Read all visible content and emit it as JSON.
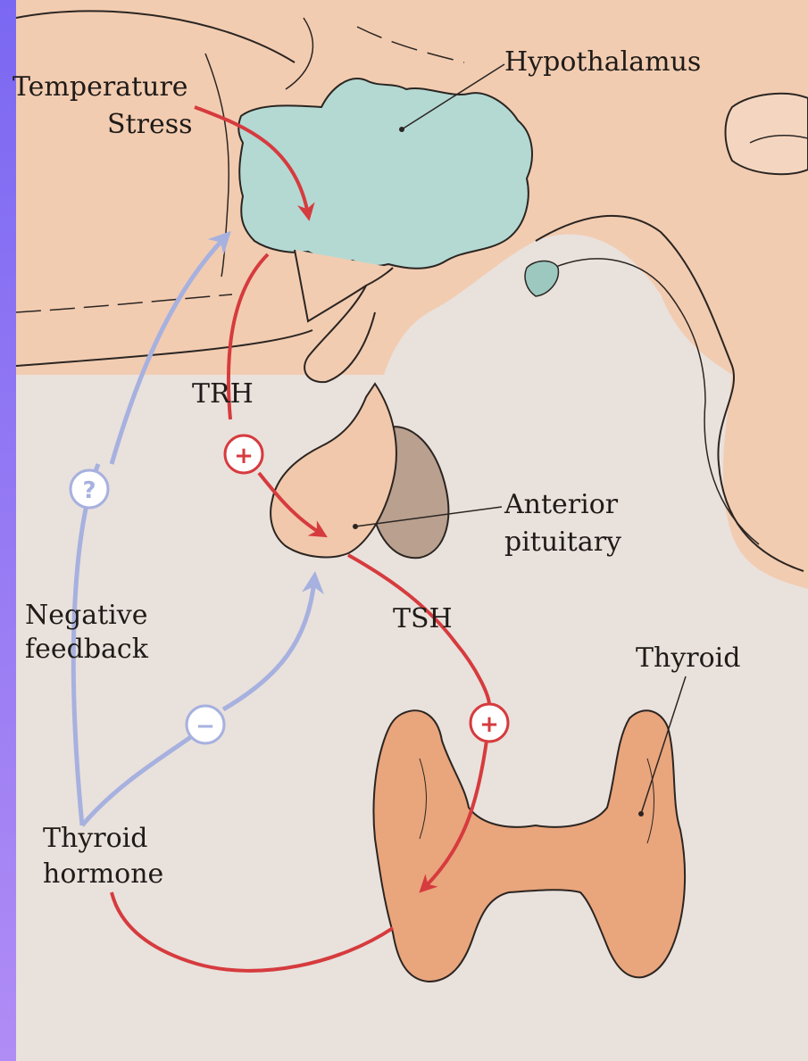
{
  "labels": {
    "temperature": "Temperature",
    "stress": "Stress",
    "hypothalamus": "Hypothalamus",
    "trh": "TRH",
    "anterior_pituitary_line1": "Anterior",
    "anterior_pituitary_line2": "pituitary",
    "negative_feedback_line1": "Negative",
    "negative_feedback_line2": "feedback",
    "tsh": "TSH",
    "thyroid": "Thyroid",
    "thyroid_hormone_line1": "Thyroid",
    "thyroid_hormone_line2": "hormone"
  },
  "symbols": {
    "plus": "+",
    "minus": "−",
    "question": "?"
  },
  "colors": {
    "sidebar": "#8b6ff5",
    "background": "#e9e1dc",
    "brain_tissue": "#f2ccb1",
    "hypothalamus": "#b4d9d3",
    "pituitary": "#f1c8ab",
    "posterior_pituitary": "#b9a08f",
    "thyroid": "#e9a57c",
    "stimulation": "#d63b3e",
    "feedback": "#a7b1df",
    "outline": "#2b2522"
  }
}
